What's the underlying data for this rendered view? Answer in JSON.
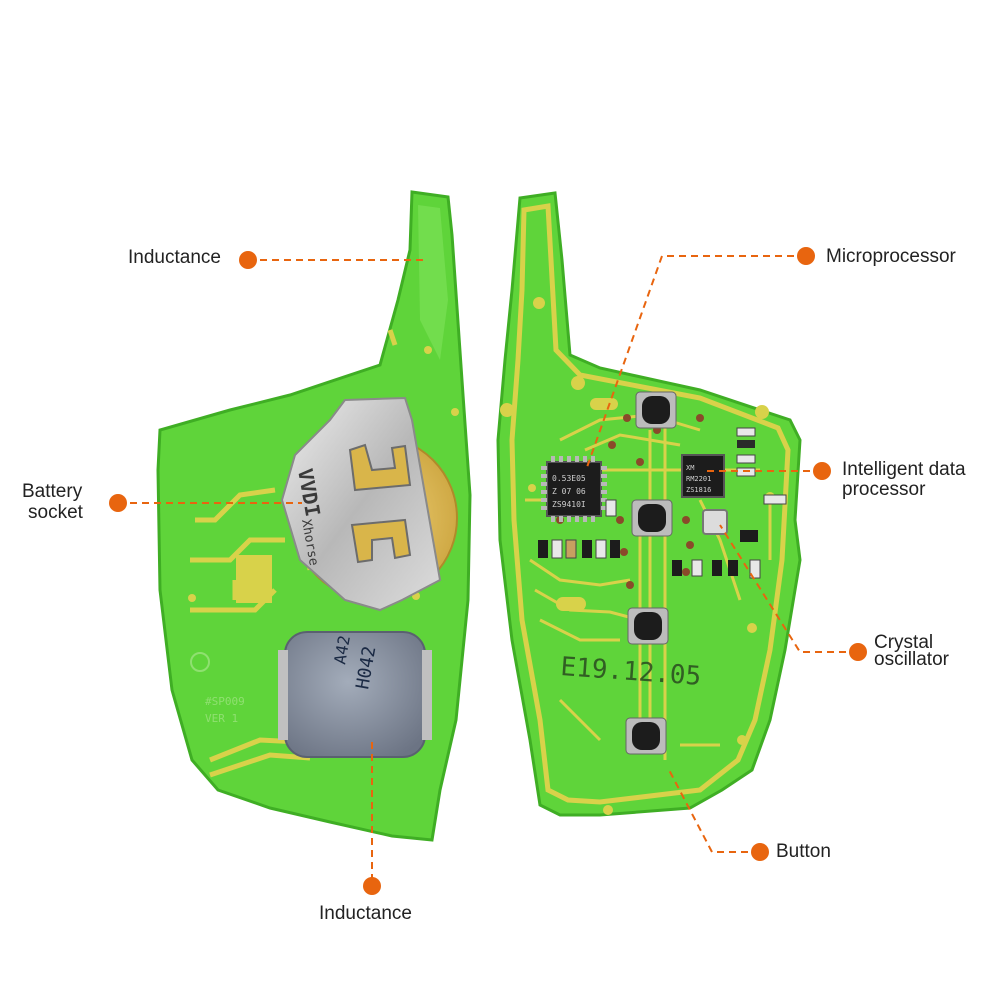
{
  "callouts": {
    "inductance_top": "Inductance",
    "battery_socket_line1": "Battery",
    "battery_socket_line2": "socket",
    "inductance_bottom": "Inductance",
    "microprocessor": "Microprocessor",
    "intelligent_line1": "Intelligent data",
    "intelligent_line2": "processor",
    "crystal_line1": "Crystal",
    "crystal_line2": "oscillator",
    "button": "Button"
  },
  "board_markings": {
    "date_code": "E19.12.05",
    "board_id": "#SP009",
    "version": "VER 1",
    "battery_clip": "VVDI",
    "battery_clip_sub": "Xhorse",
    "inductor_line1": "A42",
    "inductor_line2": "H042",
    "mcu_line1": "0.53E05",
    "mcu_line2": "Z 07 06",
    "mcu_line3": "ZS9410I",
    "dp_line1": "XM",
    "dp_line2": "RM2201",
    "dp_line3": "ZS1816"
  },
  "colors": {
    "pcb_green": "#5fd43a",
    "pcb_edge": "#3fae24",
    "trace_gold": "#d8d24a",
    "callout_orange": "#e8650f",
    "chip_black": "#1c1c1c",
    "clip_silver": "#c9c9c9",
    "coin_gold": "#d9b54a",
    "inductor_gray": "#7e8797"
  }
}
